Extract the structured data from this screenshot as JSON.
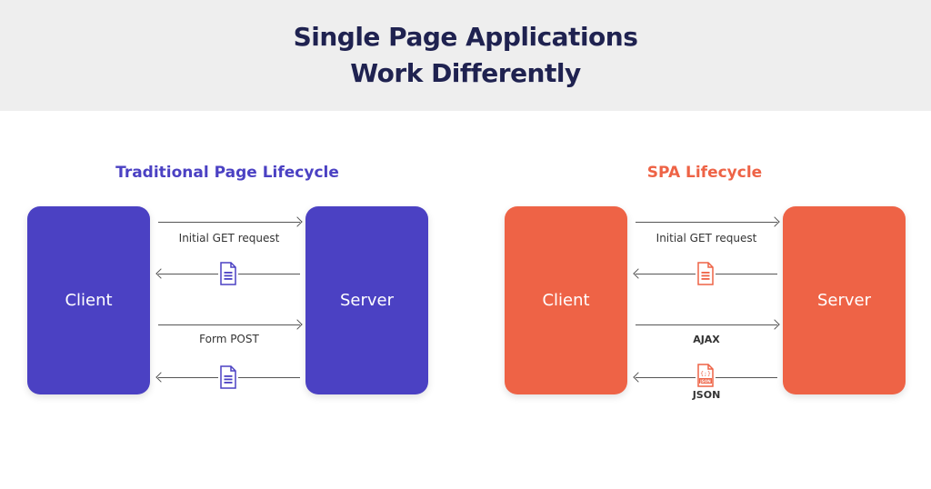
{
  "header": {
    "title_line1": "Single Page Applications",
    "title_line2": "Work Differently"
  },
  "colors": {
    "traditional": "#4b41c3",
    "spa": "#ee6346",
    "header_bg": "#eeeeee",
    "title_text": "#1f2250"
  },
  "traditional": {
    "title": "Traditional Page Lifecycle",
    "client": "Client",
    "server": "Server",
    "flows": [
      {
        "label": "Initial GET request",
        "direction": "to-server"
      },
      {
        "label": "",
        "direction": "to-client",
        "icon": "document-icon"
      },
      {
        "label": "Form POST",
        "direction": "to-server"
      },
      {
        "label": "",
        "direction": "to-client",
        "icon": "document-icon"
      }
    ]
  },
  "spa": {
    "title": "SPA Lifecycle",
    "client": "Client",
    "server": "Server",
    "flows": [
      {
        "label": "Initial GET request",
        "direction": "to-server"
      },
      {
        "label": "",
        "direction": "to-client",
        "icon": "document-icon"
      },
      {
        "label": "AJAX",
        "direction": "to-server"
      },
      {
        "label": "JSON",
        "direction": "to-client",
        "icon": "json-file-icon"
      }
    ],
    "json_icon_text": "JSON"
  }
}
